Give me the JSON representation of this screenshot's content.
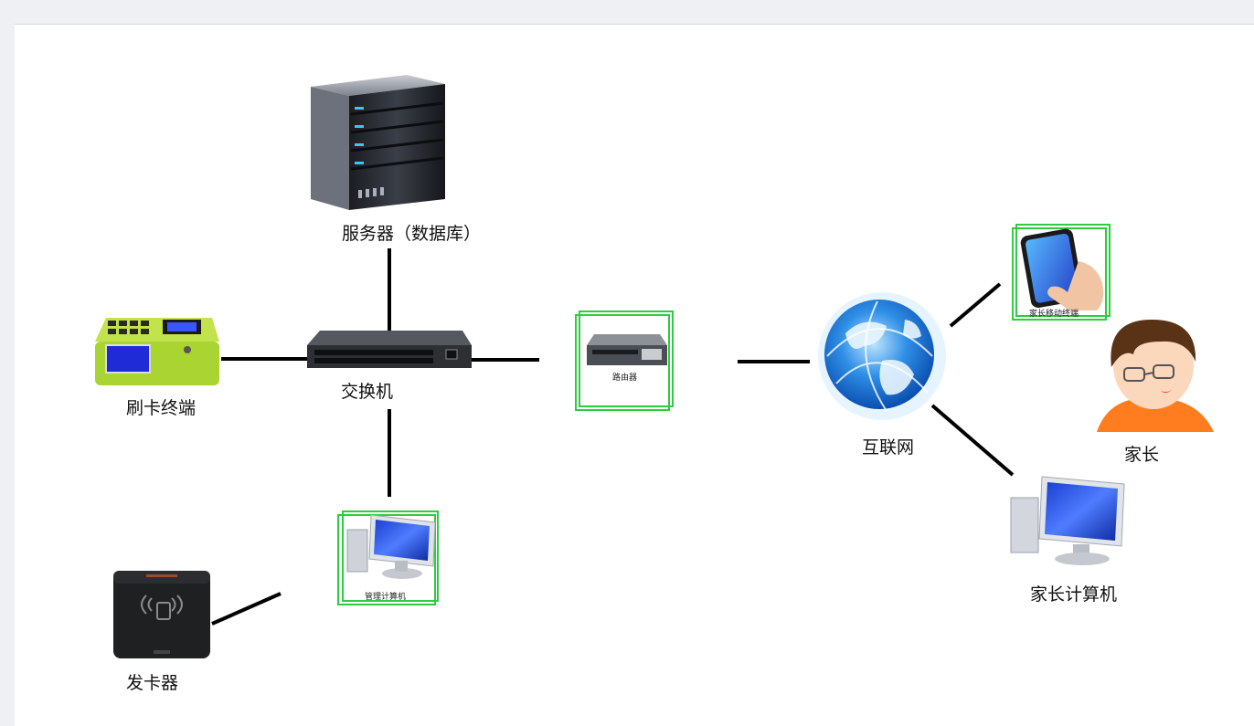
{
  "nodes": {
    "server": {
      "label": "服务器（数据库）",
      "icon": "server-icon"
    },
    "switch": {
      "label": "交换机",
      "icon": "network-switch-icon"
    },
    "card_terminal": {
      "label": "刷卡终端",
      "icon": "card-terminal-icon"
    },
    "router": {
      "label": "路由器",
      "icon": "router-icon"
    },
    "admin_pc": {
      "label": "管理计算机",
      "icon": "desktop-computer-icon"
    },
    "card_issuer": {
      "label": "发卡器",
      "icon": "card-reader-icon"
    },
    "internet": {
      "label": "互联网",
      "icon": "globe-icon"
    },
    "parent_mobile": {
      "label": "家长移动终端",
      "icon": "smartphone-icon"
    },
    "parent": {
      "label": "家长",
      "icon": "parent-avatar-icon"
    },
    "parent_pc": {
      "label": "家长计算机",
      "icon": "desktop-computer-icon"
    }
  },
  "colors": {
    "highlight_frame": "#2ecc40",
    "line": "#000000"
  }
}
